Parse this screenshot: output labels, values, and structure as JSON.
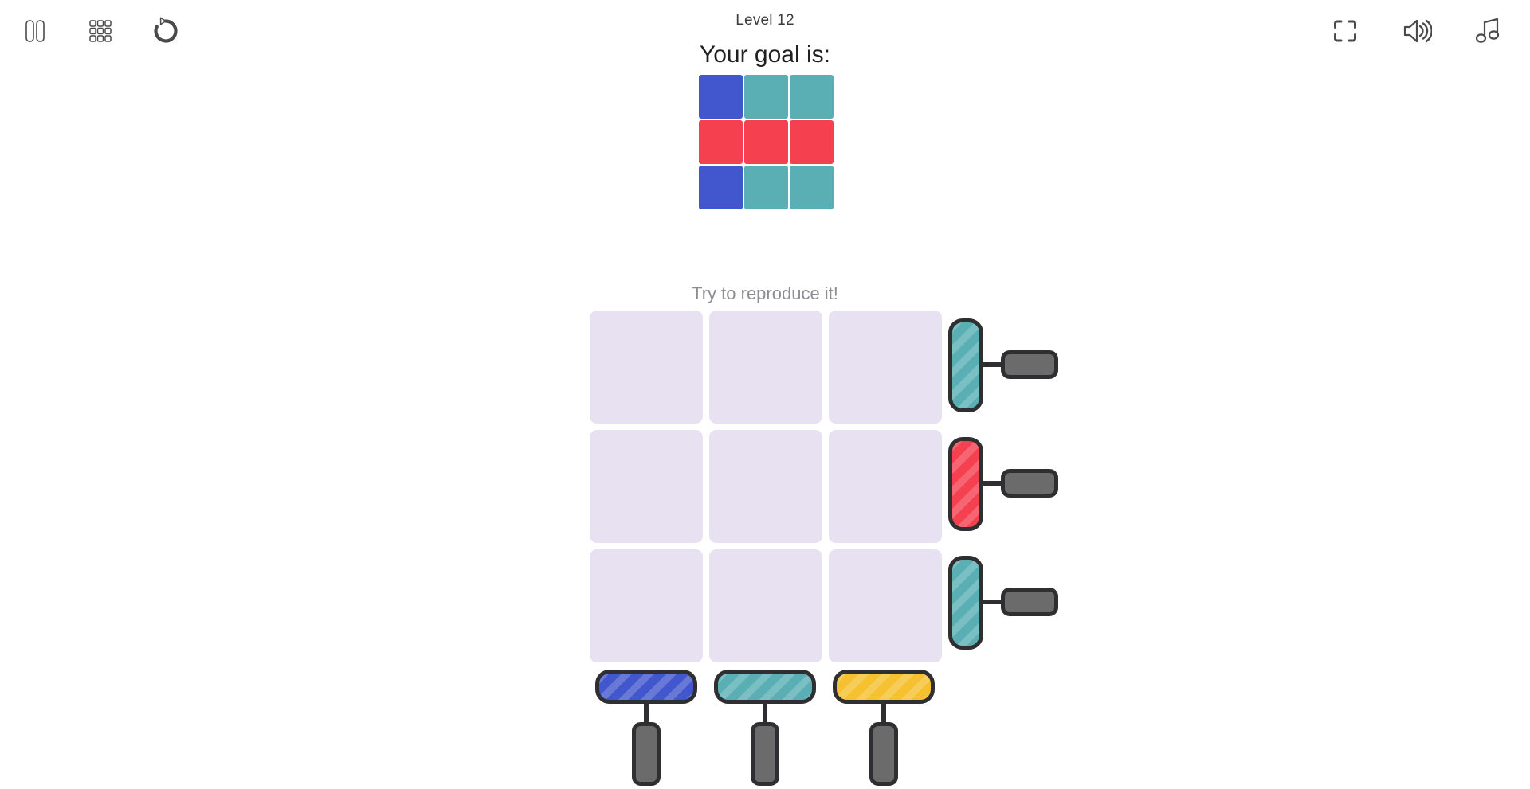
{
  "header": {
    "level_label": "Level 12",
    "left_icons": [
      {
        "name": "pause-icon",
        "label": "Pause"
      },
      {
        "name": "grid-icon",
        "label": "Levels"
      },
      {
        "name": "restart-icon",
        "label": "Restart"
      }
    ],
    "right_icons": [
      {
        "name": "fullscreen-icon",
        "label": "Fullscreen"
      },
      {
        "name": "sound-icon",
        "label": "Sound"
      },
      {
        "name": "music-icon",
        "label": "Music"
      }
    ]
  },
  "goal": {
    "heading": "Your goal is:",
    "rows": 3,
    "cols": 3,
    "cells": [
      [
        "blue",
        "teal",
        "teal"
      ],
      [
        "red",
        "red",
        "red"
      ],
      [
        "blue",
        "teal",
        "teal"
      ]
    ]
  },
  "play": {
    "prompt": "Try to reproduce it!",
    "rows": 3,
    "cols": 3,
    "cells": [
      [
        "empty",
        "empty",
        "empty"
      ],
      [
        "empty",
        "empty",
        "empty"
      ],
      [
        "empty",
        "empty",
        "empty"
      ]
    ],
    "row_levers": [
      {
        "index": 0,
        "color": "teal"
      },
      {
        "index": 1,
        "color": "red"
      },
      {
        "index": 2,
        "color": "teal"
      }
    ],
    "col_levers": [
      {
        "index": 0,
        "color": "blue"
      },
      {
        "index": 1,
        "color": "teal"
      },
      {
        "index": 2,
        "color": "yellow"
      }
    ]
  },
  "palette": {
    "blue": "#4257cd",
    "teal": "#59afb4",
    "red": "#f4404f",
    "yellow": "#f5c130",
    "empty": "#e8e1f1",
    "outline": "#2f2f31",
    "handle": "#6b6b6b",
    "background": "#ffffff",
    "title_text": "#3c3c3c",
    "heading_text": "#1f1f1f",
    "prompt_text": "#8d8d93"
  }
}
